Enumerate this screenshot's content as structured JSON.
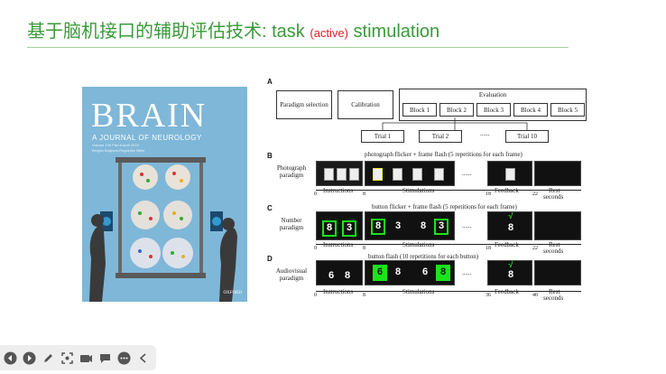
{
  "slide": {
    "title_main": "基于脑机接口的辅助评估技术: task ",
    "title_active": "(active)",
    "title_tail": " stimulation"
  },
  "cover": {
    "journal": "BRAIN",
    "subtitle": "A JOURNAL OF NEUROLOGY",
    "volume": "Volume 145 Part 8 April 2022",
    "authors": "Bergen Brigham-Roguelike Miller",
    "publisher": "OXFORD"
  },
  "diagram": {
    "section_a": "A",
    "section_b": "B",
    "section_c": "C",
    "section_d": "D",
    "top_boxes": {
      "paradigm": "Paradigm selection",
      "calibration": "Calibration",
      "evaluation": "Evaluation"
    },
    "blocks": [
      "Block 1",
      "Block 2",
      "Block 3",
      "Block 4",
      "Block 5"
    ],
    "trials": [
      "Trial 1",
      "Trial 2",
      "Trial 10"
    ],
    "trial_dots": "......",
    "photo_row": {
      "label": "Photograph paradigm",
      "caption": "photograph flicker + frame flash (5 repetitions for each frame)",
      "dots": "......",
      "phases": [
        "Instructions",
        "Stimulations",
        "Feedback",
        "Rest"
      ],
      "ticks": [
        "0",
        "8",
        "18",
        "22"
      ],
      "unit": "seconds"
    },
    "number_row": {
      "label": "Number paradigm",
      "caption": "button flicker + frame flash (5 repetitions for each frame)",
      "dots": "......",
      "digits": [
        "8",
        "3",
        "8",
        "3",
        "8",
        "3",
        "8"
      ],
      "check": "√",
      "phases": [
        "Instructions",
        "Stimulations",
        "Feedback",
        "Rest"
      ],
      "ticks": [
        "0",
        "8",
        "18",
        "22"
      ],
      "unit": "seconds"
    },
    "audio_row": {
      "label": "Audiovisual paradigm",
      "caption": "button flash (10 repetitions for each button)",
      "dots": "......",
      "digits": [
        "6",
        "8",
        "6",
        "8",
        "6",
        "8",
        "8"
      ],
      "check": "√",
      "phases": [
        "Instructions",
        "Stimulations",
        "Feedback",
        "Rest"
      ],
      "ticks": [
        "0",
        "8",
        "36",
        "40"
      ],
      "unit": "seconds"
    }
  },
  "toolbar": {
    "icons": [
      "prev-icon",
      "next-icon",
      "pen-icon",
      "screenshot-icon",
      "camera-icon",
      "chat-icon",
      "more-icon",
      "collapse-icon"
    ]
  }
}
